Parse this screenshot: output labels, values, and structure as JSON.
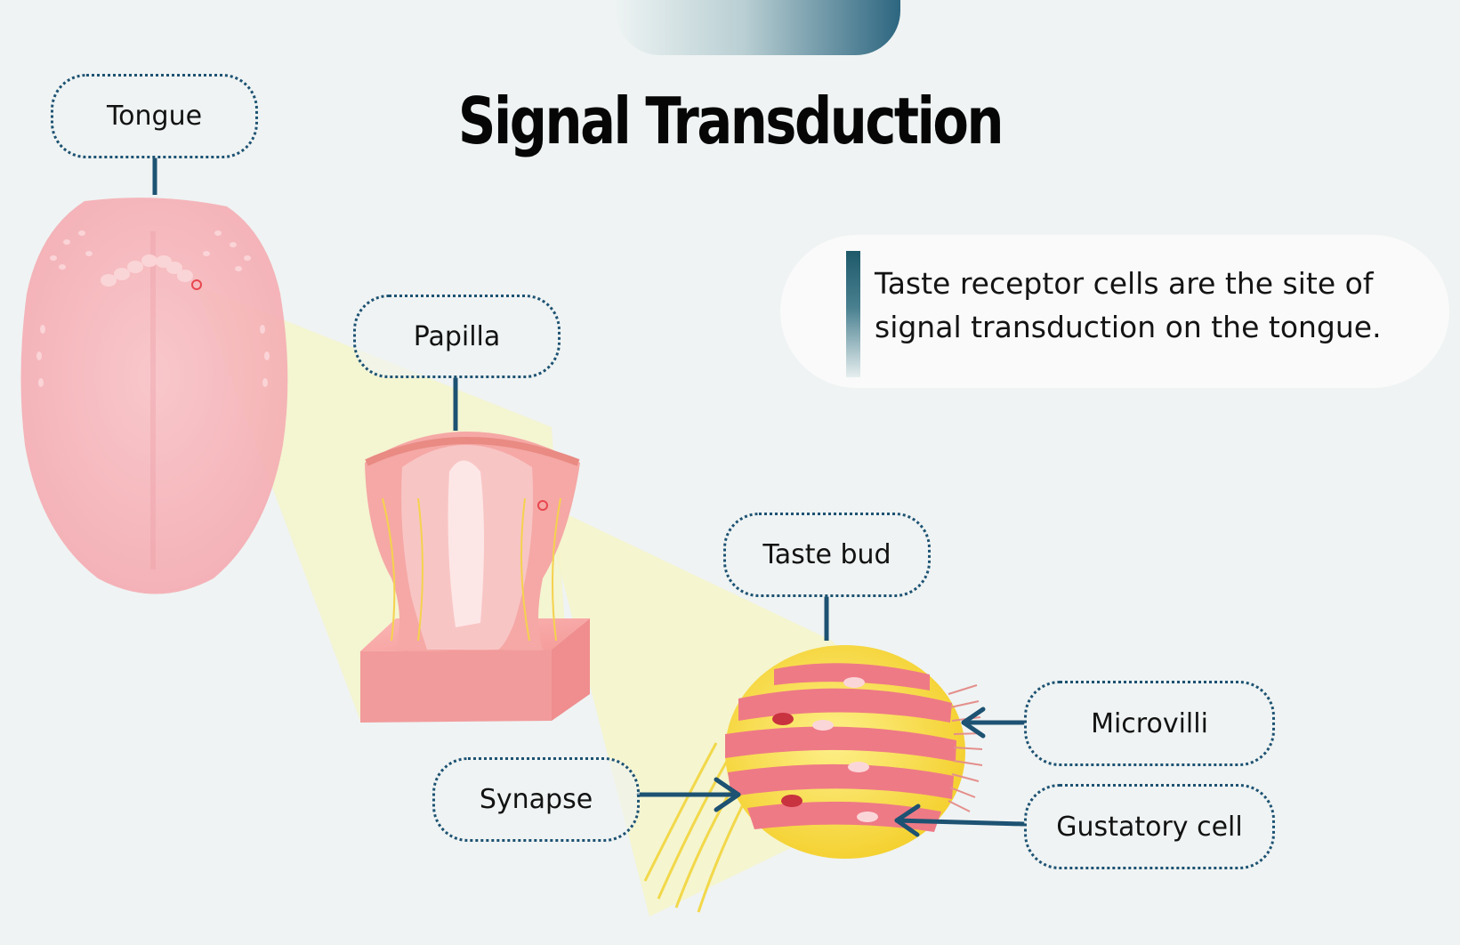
{
  "title": "Signal Transduction",
  "info": "Taste receptor cells are the site of signal transduction on the tongue.",
  "labels": {
    "tongue": "Tongue",
    "papilla": "Papilla",
    "taste_bud": "Taste bud",
    "microvilli": "Microvilli",
    "synapse": "Synapse",
    "gustatory_cell": "Gustatory cell"
  },
  "colors": {
    "background": "#eff3f3",
    "connector": "#1d5272",
    "tongue": "#f6b3b8",
    "highlight_beam": "#f6f5cb",
    "taste_bud_sheath": "#f7dc46",
    "taste_bud_cells": "#ee7a86"
  }
}
